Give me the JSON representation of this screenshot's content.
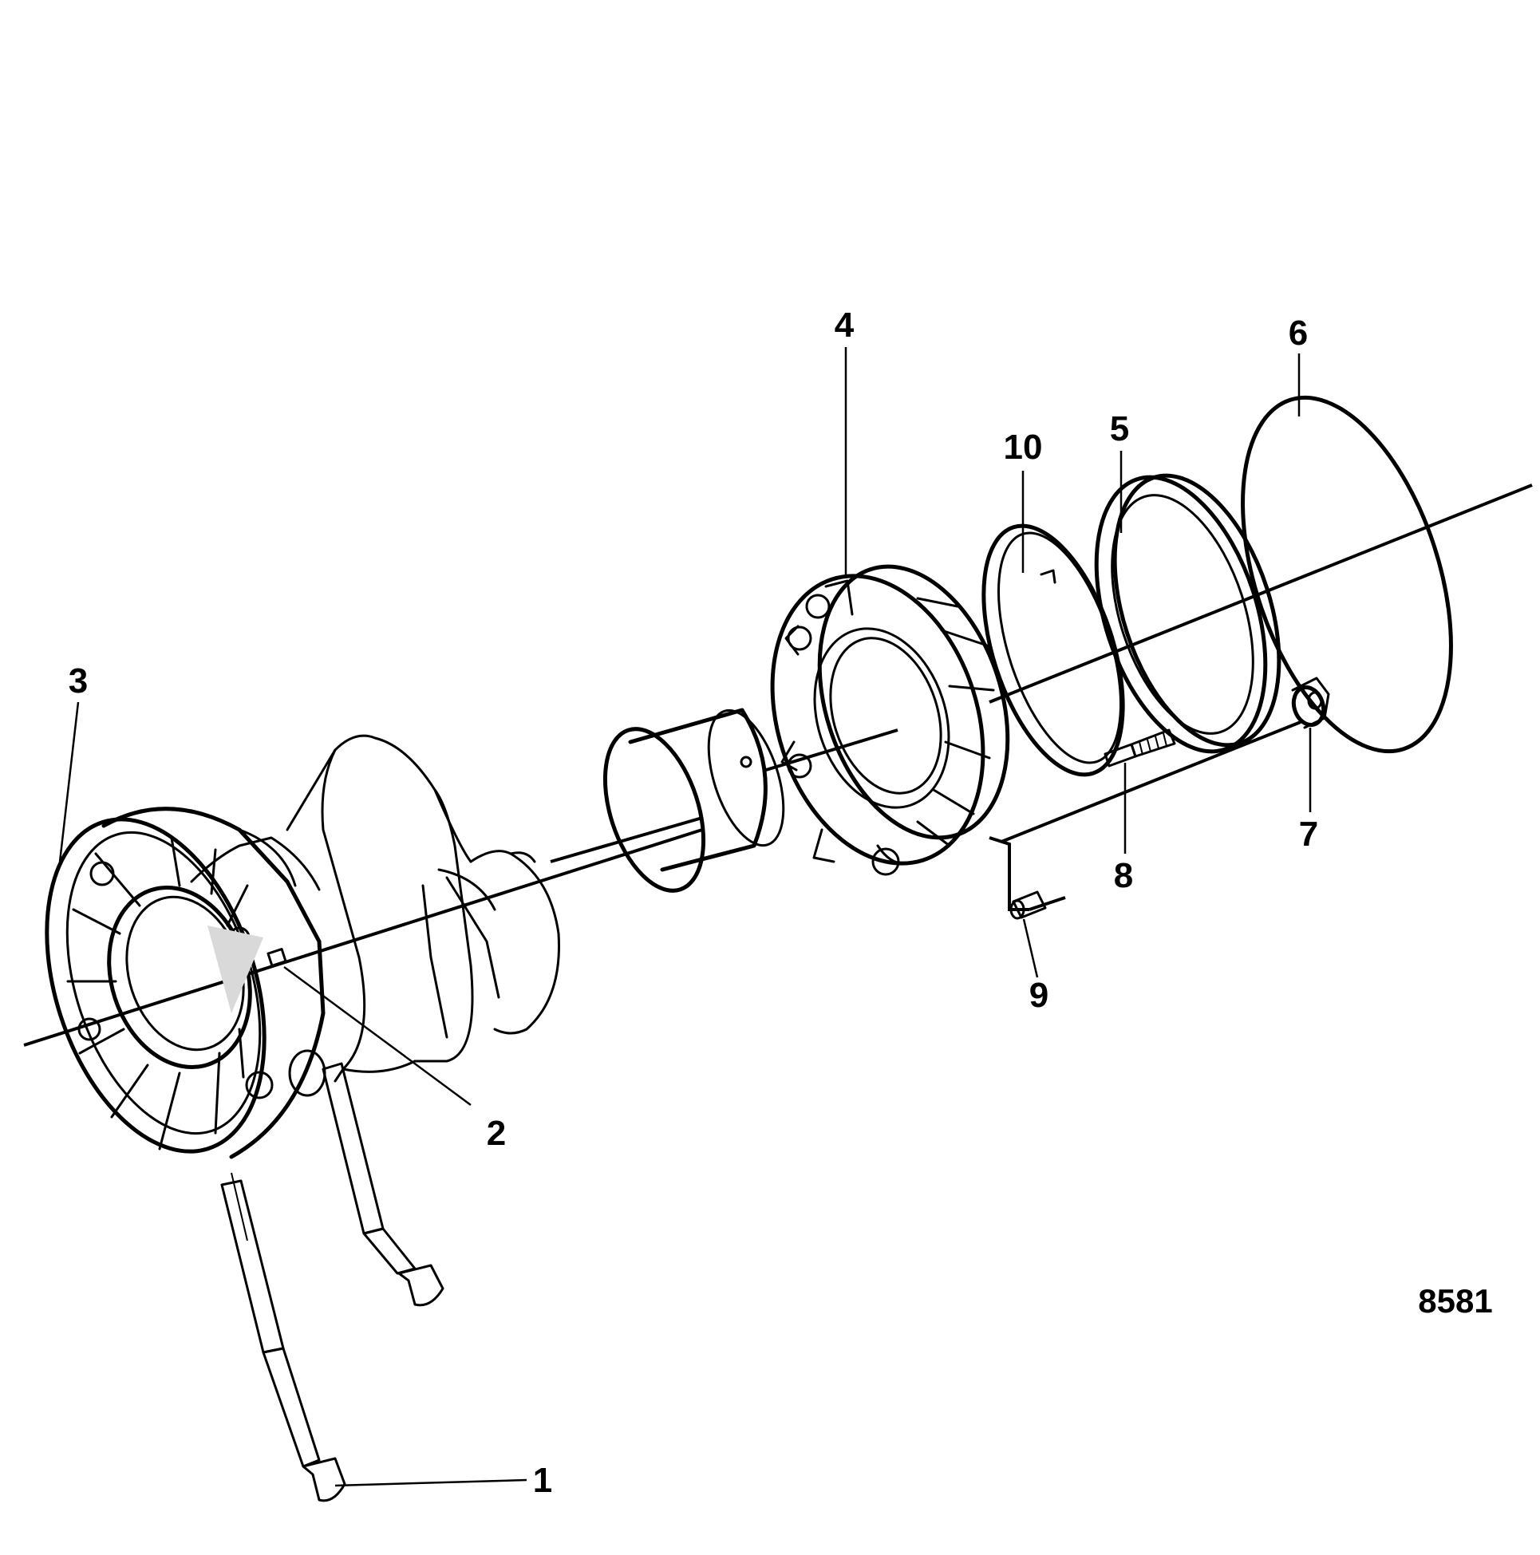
{
  "figure_number": "8581",
  "callouts": {
    "c1": "1",
    "c2": "2",
    "c3": "3",
    "c4": "4",
    "c5": "5",
    "c6": "6",
    "c7": "7",
    "c8": "8",
    "c9": "9",
    "c10": "10"
  },
  "colors": {
    "line": "#000000",
    "background": "#ffffff",
    "shading": "#d9d9d9"
  }
}
